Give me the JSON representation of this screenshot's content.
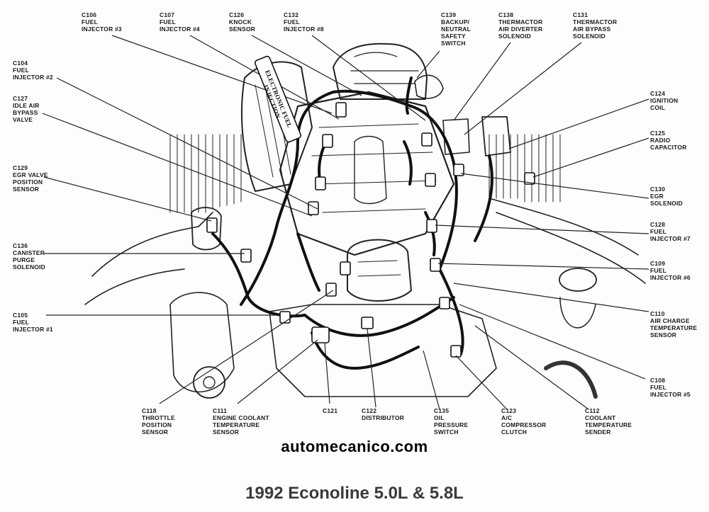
{
  "watermark": "automecanico.com",
  "title": "1992 Econoline 5.0L & 5.8L",
  "intake_badge": "ELECTRONIC FUEL INJECTION",
  "connectors": [
    {
      "code": "C106",
      "lines": [
        "FUEL",
        "INJECTOR #3"
      ]
    },
    {
      "code": "C107",
      "lines": [
        "FUEL",
        "INJECTOR #4"
      ]
    },
    {
      "code": "C126",
      "lines": [
        "KNOCK",
        "SENSOR"
      ]
    },
    {
      "code": "C132",
      "lines": [
        "FUEL",
        "INJECTOR #8"
      ]
    },
    {
      "code": "C139",
      "lines": [
        "BACKUP/",
        "NEUTRAL",
        "SAFETY",
        "SWITCH"
      ]
    },
    {
      "code": "C138",
      "lines": [
        "THERMACTOR",
        "AIR DIVERTER",
        "SOLENOID"
      ]
    },
    {
      "code": "C131",
      "lines": [
        "THERMACTOR",
        "AIR BYPASS",
        "SOLENOID"
      ]
    },
    {
      "code": "C104",
      "lines": [
        "FUEL",
        "INJECTOR #2"
      ]
    },
    {
      "code": "C127",
      "lines": [
        "IDLE AIR",
        "BYPASS",
        "VALVE"
      ]
    },
    {
      "code": "C129",
      "lines": [
        "EGR VALVE",
        "POSITION",
        "SENSOR"
      ]
    },
    {
      "code": "C136",
      "lines": [
        "CANISTER",
        "PURGE",
        "SOLENOID"
      ]
    },
    {
      "code": "C105",
      "lines": [
        "FUEL",
        "INJECTOR #1"
      ]
    },
    {
      "code": "C124",
      "lines": [
        "IGNITION",
        "COIL"
      ]
    },
    {
      "code": "C125",
      "lines": [
        "RADIO",
        "CAPACITOR"
      ]
    },
    {
      "code": "C130",
      "lines": [
        "EGR",
        "SOLENOID"
      ]
    },
    {
      "code": "C128",
      "lines": [
        "FUEL",
        "INJECTOR #7"
      ]
    },
    {
      "code": "C109",
      "lines": [
        "FUEL",
        "INJECTOR #6"
      ]
    },
    {
      "code": "C110",
      "lines": [
        "AIR CHARGE",
        "TEMPERATURE",
        "SENSOR"
      ]
    },
    {
      "code": "C108",
      "lines": [
        "FUEL",
        "INJECTOR #5"
      ]
    },
    {
      "code": "C118",
      "lines": [
        "THROTTLE",
        "POSITION",
        "SENSOR"
      ]
    },
    {
      "code": "C111",
      "lines": [
        "ENGINE COOLANT",
        "TEMPERATURE",
        "SENSOR"
      ]
    },
    {
      "code": "C121",
      "lines": []
    },
    {
      "code": "C122",
      "lines": [
        "DISTRIBUTOR"
      ]
    },
    {
      "code": "C135",
      "lines": [
        "OIL",
        "PRESSURE",
        "SWITCH"
      ]
    },
    {
      "code": "C123",
      "lines": [
        "A/C",
        "COMPRESSOR",
        "CLUTCH"
      ]
    },
    {
      "code": "C112",
      "lines": [
        "COOLANT",
        "TEMPERATURE",
        "SENDER"
      ]
    }
  ]
}
